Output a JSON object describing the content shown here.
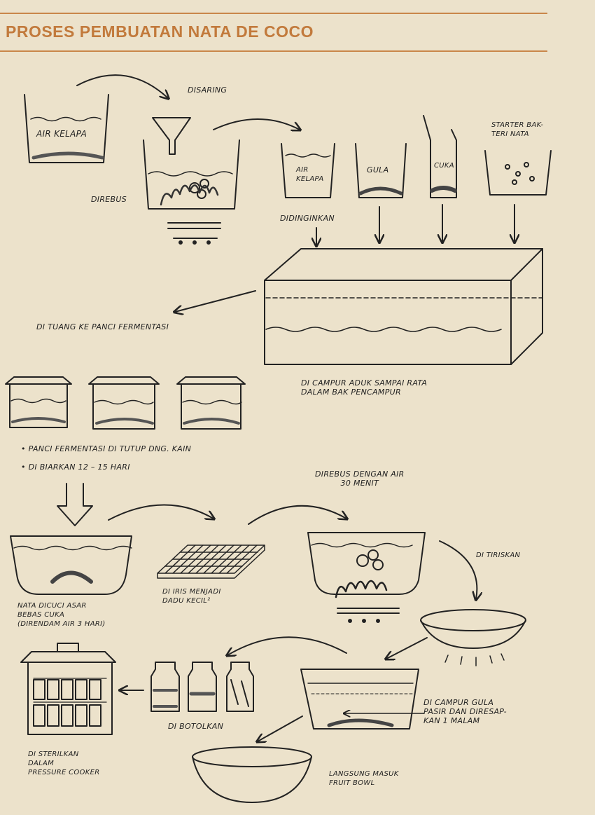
{
  "title": "PROSES PEMBUATAN NATA DE COCO",
  "labels": {
    "air_kelapa_1": "AIR KELAPA",
    "disaring": "DISARING",
    "direbus": "DIREBUS",
    "air_kelapa_2": "AIR\nKELAPA",
    "gula": "GULA",
    "cuka": "CUKA",
    "starter": "STARTER BAK-\nTERI NATA",
    "didinginkan": "DIDINGINKAN",
    "dituang": "DI TUANG KE PANCI FERMENTASI",
    "dicampur_aduk": "DI CAMPUR ADUK SAMPAI RATA\nDALAM BAK PENCAMPUR",
    "panci_fermentasi": "• PANCI FERMENTASI  DI TUTUP DNG. KAIN",
    "dibiarkan": "• DI BIARKAN   12 – 15   HARI",
    "direbus_air": "DIREBUS DENGAN AIR\n30 MENIT",
    "nata_dicuci": "NATA DICUCI ASAR\nBEBAS CUKA\n(DIRENDAM AIR 3 HARI)",
    "diiris": "DI IRIS MENJADI\nDADU KECIL²",
    "ditiriskan": "DI TIRISKAN",
    "dicampur_gula": "DI CAMPUR GULA\nPASIR  DAN DIRESAP-\nKAN  1 MALAM",
    "dibotolkan": "DI BOTOLKAN",
    "disterilkan": "DI STERILKAN\nDALAM\nPRESSURE COOKER",
    "langsung": "LANGSUNG MASUK\nFRUIT BOWL"
  }
}
